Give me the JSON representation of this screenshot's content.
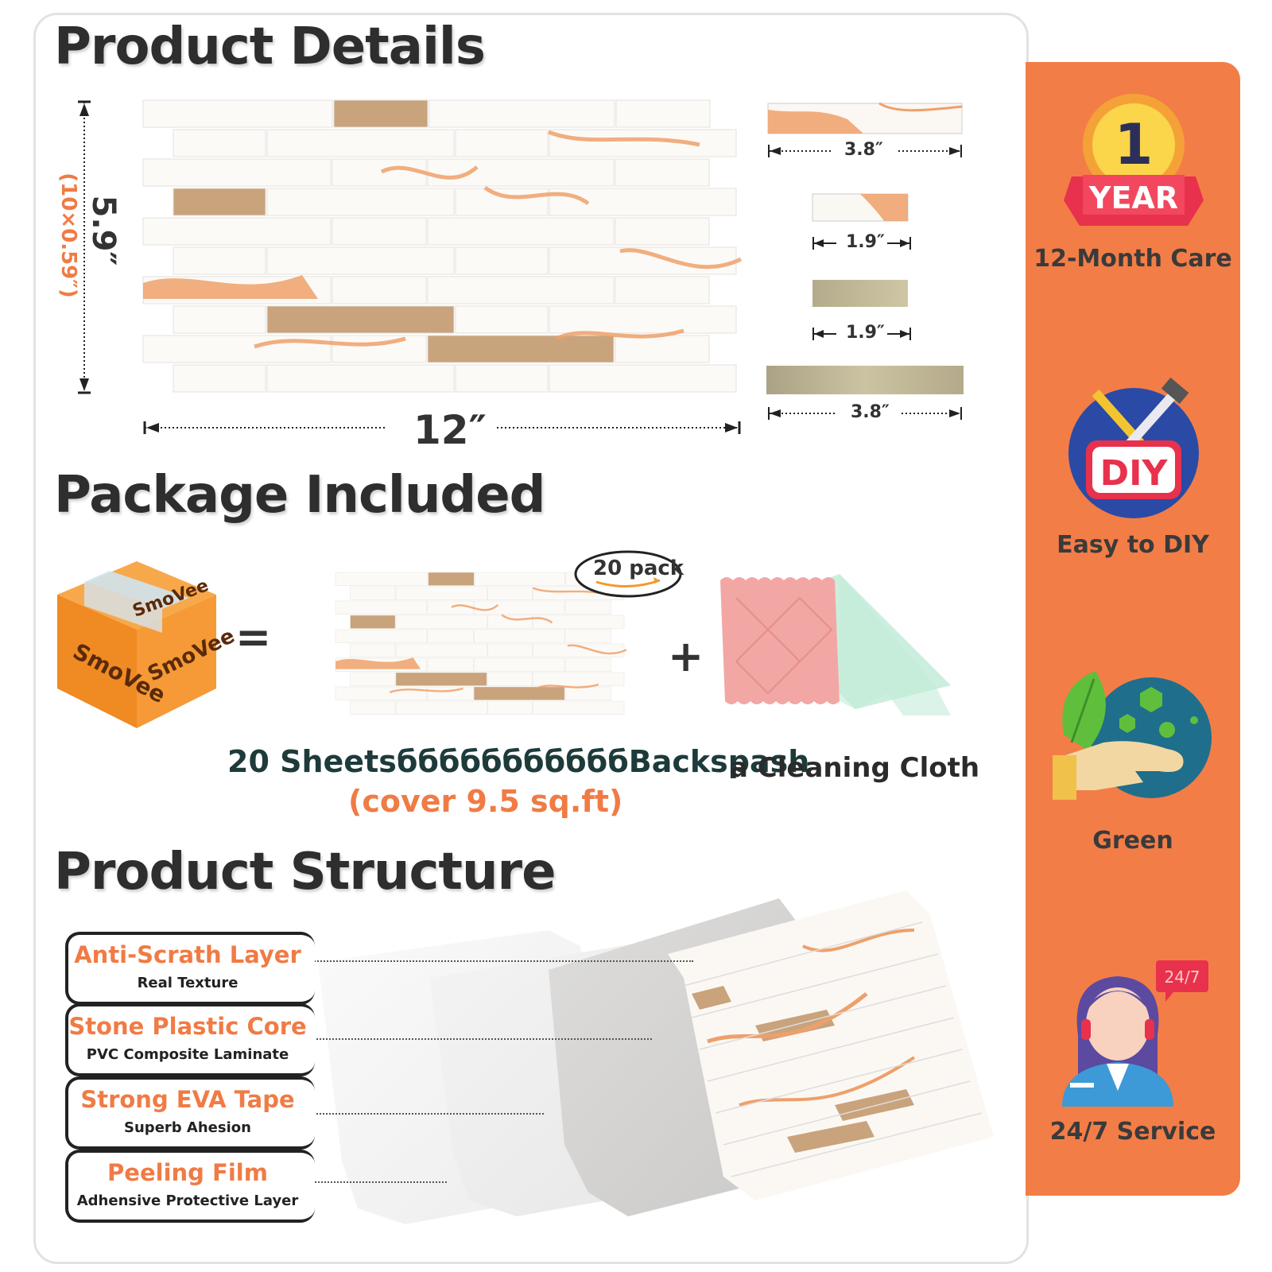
{
  "sections": {
    "details_title": "Product  Details",
    "package_title": "Package Included",
    "structure_title": "Product Structure"
  },
  "dimensions": {
    "height": "5.9″",
    "height_sub": "(10×0.59″)",
    "width": "12″",
    "strips": [
      "3.8″",
      "1.9″",
      "1.9″",
      "3.8″"
    ]
  },
  "package": {
    "box_brand": "SmoVee",
    "equals": "=",
    "plus": "+",
    "pack_badge": "20 pack",
    "sheets_caption": "20 SheetsбббббббббббBackspash",
    "cover_caption": "(cover 9.5 sq.ft)",
    "cloth_caption": "a Cleaning Cloth"
  },
  "layers": [
    {
      "title": "Anti-Scrath Layer",
      "sub": "Real Texture"
    },
    {
      "title": "Stone Plastic Core",
      "sub": "PVC Composite Laminate"
    },
    {
      "title": "Strong EVA Tape",
      "sub": "Superb Ahesion"
    },
    {
      "title": "Peeling Film",
      "sub": "Adhensive Protective Layer"
    }
  ],
  "sidebar": {
    "year_number": "1",
    "year_ribbon": "YEAR",
    "care": "12-Month Care",
    "diy_badge": "DIY",
    "diy": "Easy to DIY",
    "green": "Green",
    "service_badge": "24/7",
    "service": "24/7 Service"
  },
  "colors": {
    "accent_orange": "#f37d47",
    "marble_vein": "#eea06a",
    "gold_tile": "#c9a37c",
    "text_dark": "#2e2e2e"
  }
}
